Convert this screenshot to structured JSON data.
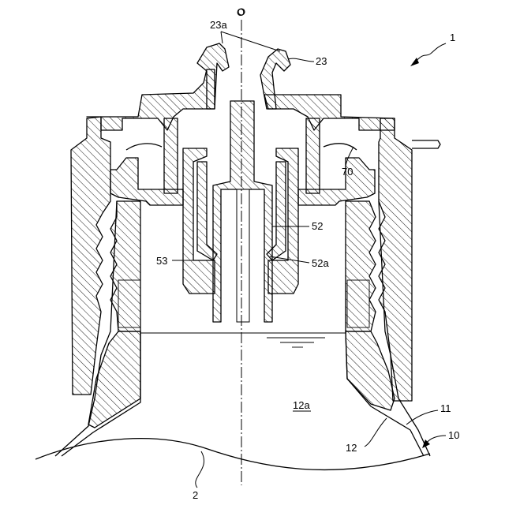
{
  "figure": {
    "axis_label": "O",
    "labels": {
      "device": "1",
      "container_body": "2",
      "part_10": "10",
      "part_11": "11",
      "part_12": "12",
      "space_12a": "12a",
      "part_23": "23",
      "part_23a": "23a",
      "part_52": "52",
      "part_52a": "52a",
      "part_53": "53",
      "part_70": "70"
    }
  }
}
